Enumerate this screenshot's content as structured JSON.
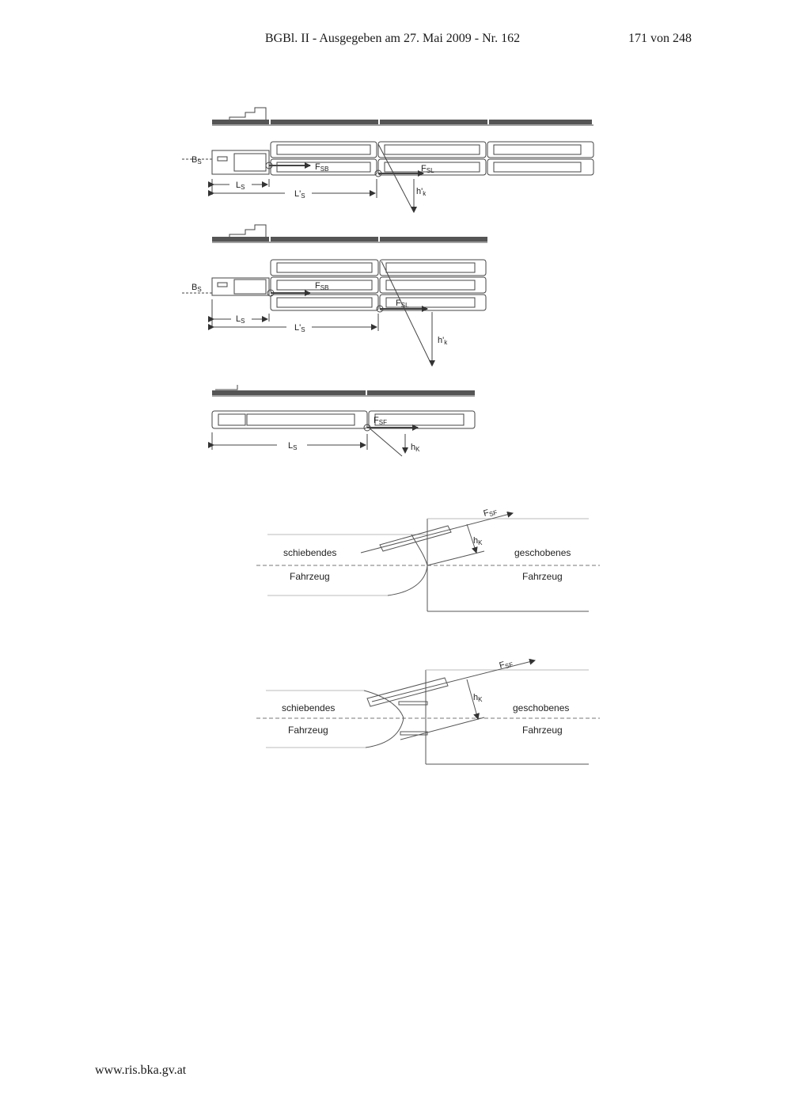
{
  "header": {
    "title": "BGBl. II - Ausgegeben am 27. Mai 2009 - Nr. 162",
    "page": "171 von 248"
  },
  "footer": {
    "url": "www.ris.bka.gv.at"
  },
  "figure1": {
    "label_bs": "B",
    "label_bs_sub": "S",
    "label_fsb": "F",
    "label_fsb_sub": "SB",
    "label_fsl": "F",
    "label_fsl_sub": "SL",
    "label_ls": "L",
    "label_ls_sub": "S",
    "label_lps": "L'",
    "label_lps_sub": "S",
    "label_hk": "h'",
    "label_hk_sub": "k"
  },
  "figure2": {
    "label_bs": "B",
    "label_bs_sub": "S",
    "label_fsb": "F",
    "label_fsb_sub": "SB",
    "label_fsl": "F",
    "label_fsl_sub": "SL",
    "label_ls": "L",
    "label_ls_sub": "S",
    "label_lps": "L'",
    "label_lps_sub": "S",
    "label_hk": "h'",
    "label_hk_sub": "k"
  },
  "figure3": {
    "label_fsf": "F",
    "label_fsf_sub": "SF",
    "label_ls": "L",
    "label_ls_sub": "S",
    "label_hk": "h",
    "label_hk_sub": "K"
  },
  "figure4": {
    "label_fsf": "F",
    "label_fsf_sub": "SF",
    "label_hk": "h",
    "label_hk_sub": "K",
    "pushing_line1": "schiebendes",
    "pushing_line2": "Fahrzeug",
    "pushed_line1": "geschobenes",
    "pushed_line2": "Fahrzeug"
  },
  "figure5": {
    "label_fsf": "F",
    "label_fsf_sub": "SF",
    "label_hk": "h",
    "label_hk_sub": "K",
    "pushing_line1": "schiebendes",
    "pushing_line2": "Fahrzeug",
    "pushed_line1": "geschobenes",
    "pushed_line2": "Fahrzeug"
  }
}
